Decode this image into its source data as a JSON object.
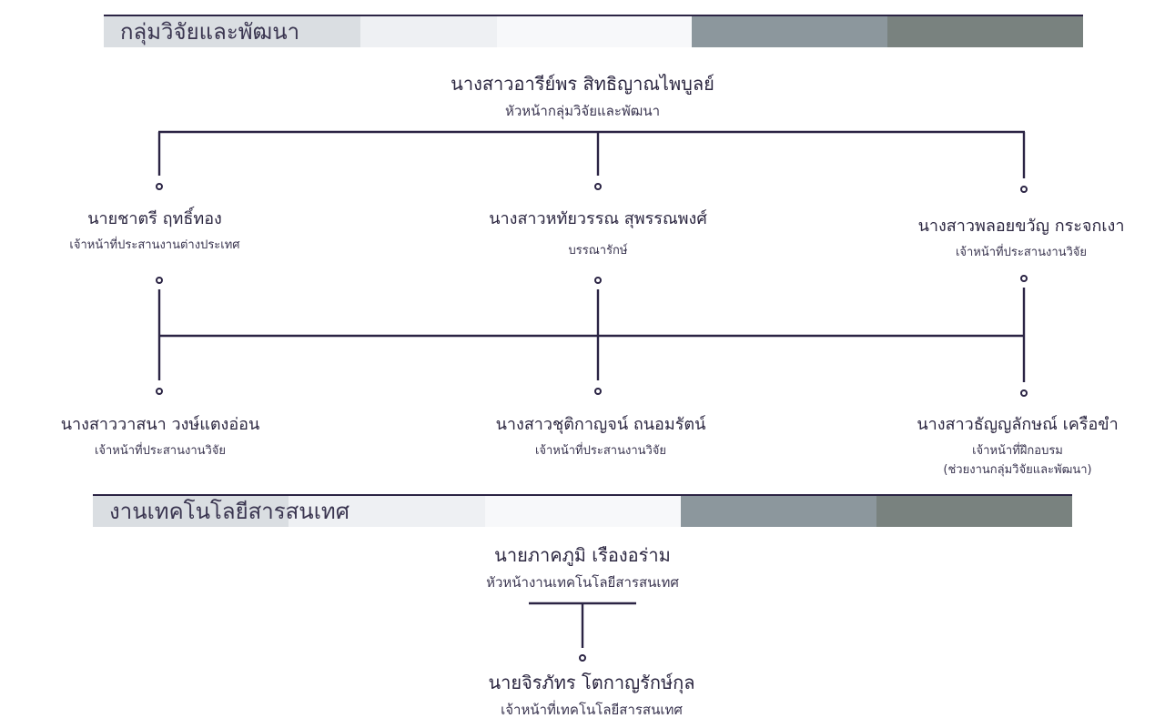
{
  "section1": {
    "title": "กลุ่มวิจัยและพัฒนา",
    "head": {
      "name": "นางสาวอารีย์พร สิทธิญาณไพบูลย์",
      "role": "หัวหน้ากลุ่มวิจัยและพัฒนา"
    },
    "row1": [
      {
        "name": "นายชาตรี ฤทธิ์ทอง",
        "role": "เจ้าหน้าที่ประสานงานต่างประเทศ"
      },
      {
        "name": "นางสาวหทัยวรรณ สุพรรณพงศ์",
        "role": "บรรณารักษ์"
      },
      {
        "name": "นางสาวพลอยขวัญ กระจกเงา",
        "role": "เจ้าหน้าที่ประสานงานวิจัย"
      }
    ],
    "row2": [
      {
        "name": "นางสาววาสนา วงษ์แตงอ่อน",
        "role": "เจ้าหน้าที่ประสานงานวิจัย"
      },
      {
        "name": "นางสาวชุติกาญจน์ ถนอมรัตน์",
        "role": "เจ้าหน้าที่ประสานงานวิจัย"
      },
      {
        "name": "นางสาวธัญญลักษณ์ เครือขำ",
        "role": "เจ้าหน้าที่ฝึกอบรม",
        "role2": "(ช่วยงานกลุ่มวิจัยและพัฒนา)"
      }
    ]
  },
  "section2": {
    "title": "งานเทคโนโลยีสารสนเทศ",
    "head": {
      "name": "นายภาคภูมิ เรืองอร่าม",
      "role": "หัวหน้างานเทคโนโลยีสารสนเทศ"
    },
    "staff": {
      "name": "นายจิรภัทร โตกาญรักษ์กุล",
      "role": "เจ้าหน้าที่เทคโนโลยีสารสนเทศ"
    }
  },
  "colors": {
    "line": "#2b2444",
    "bar_segments": [
      "#dadee2",
      "#eef0f3",
      "#f7f8fa",
      "#8c979d",
      "#79827f"
    ]
  }
}
